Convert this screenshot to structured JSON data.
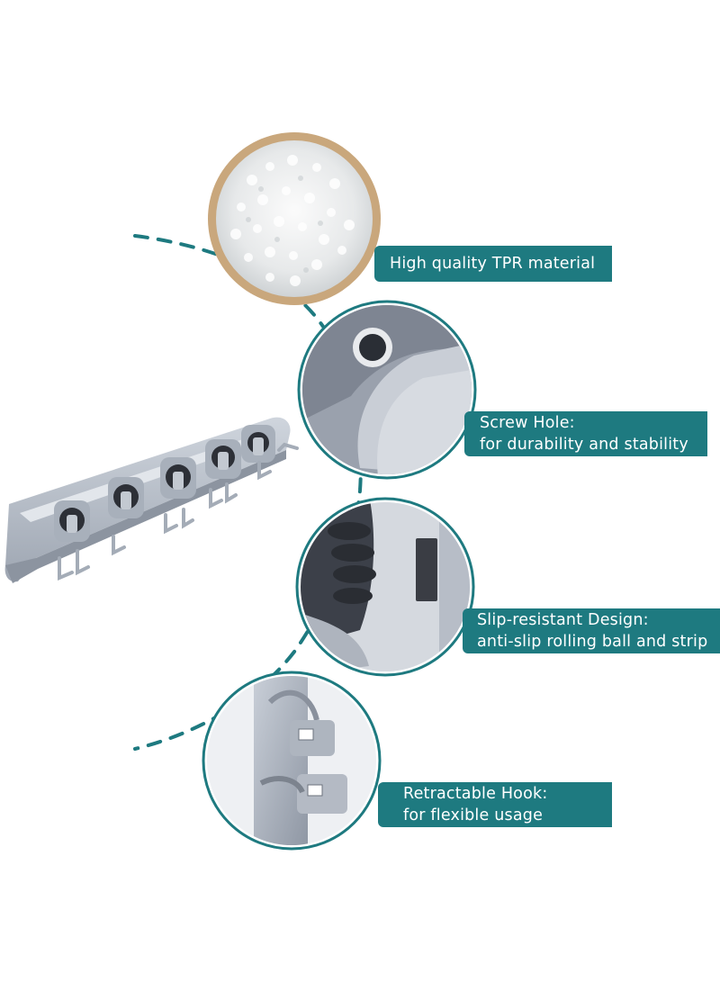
{
  "features": [
    {
      "line1": "High quality TPR material",
      "line2": ""
    },
    {
      "line1": "Screw Hole:",
      "line2": "for durability and stability"
    },
    {
      "line1": "Slip-resistant Design:",
      "line2": "anti-slip rolling ball and strip"
    },
    {
      "line1": "Retractable Hook:",
      "line2": "for flexible usage"
    }
  ],
  "colors": {
    "accent": "#1e7a80",
    "rack_gray": "#b9c0ca",
    "rubber_dark": "#3c4049",
    "bead_bowl": "#c9a77c",
    "background": "#ffffff"
  },
  "icons": [
    "rack-product-image",
    "tpr-beads-image",
    "screw-hole-closeup",
    "slip-resistant-closeup",
    "retractable-hook-closeup"
  ]
}
